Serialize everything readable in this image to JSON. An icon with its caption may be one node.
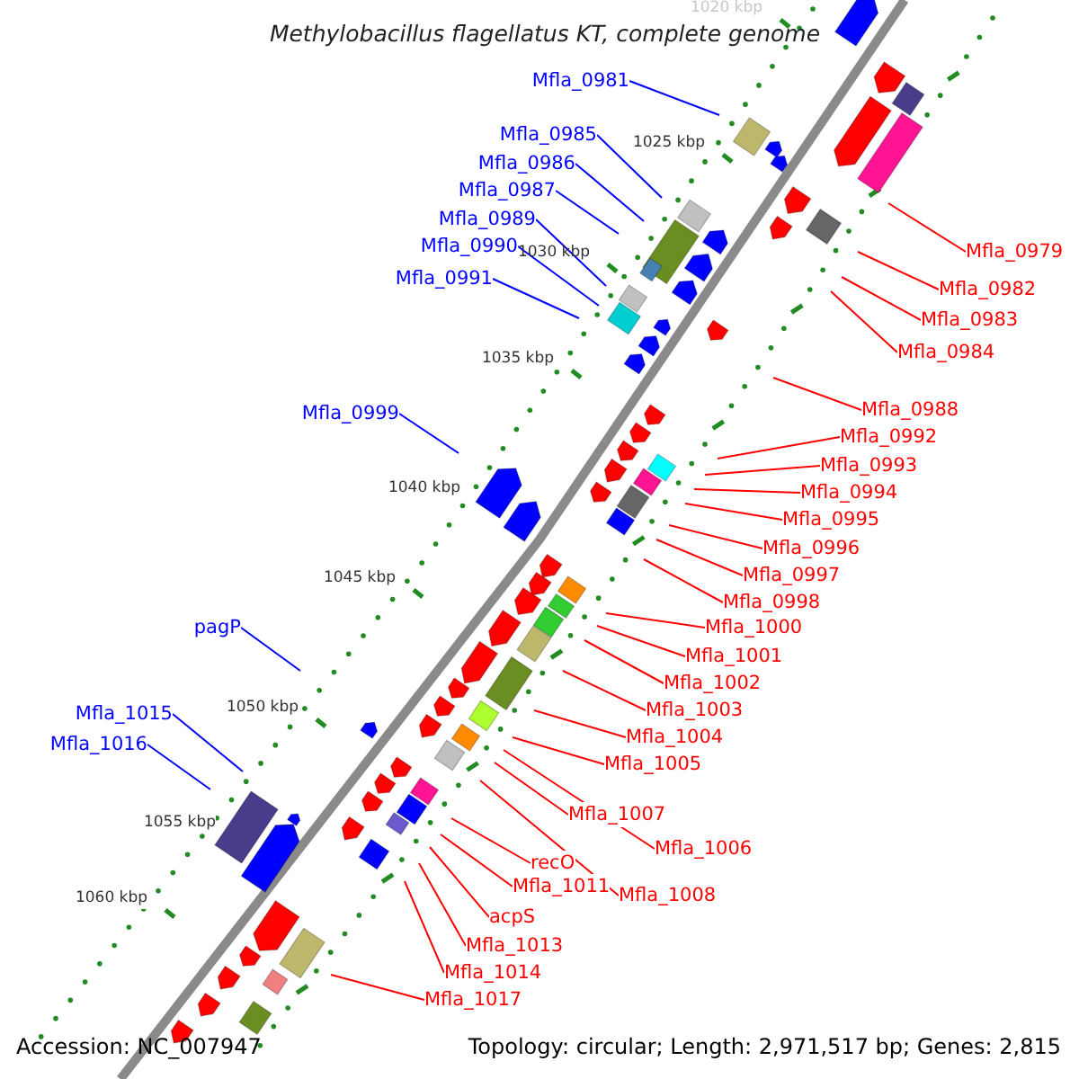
{
  "diagram": {
    "title": "Methylobacillus flagellatus KT, complete genome",
    "nodes": [
      {
        "text": [
          "Mfla_0981"
        ]
      },
      {
        "text": [
          "Mfla_0985"
        ]
      },
      {
        "text": [
          "Mfla_0986"
        ]
      },
      {
        "text": [
          "Mfla_0987"
        ]
      },
      {
        "text": [
          "Mfla_0989"
        ]
      },
      {
        "text": [
          "Mfla_0990"
        ]
      },
      {
        "text": [
          "Mfla_0979"
        ]
      },
      {
        "text": [
          "Mfla_0991"
        ]
      },
      {
        "text": [
          "Mfla_0982"
        ]
      },
      {
        "text": [
          "Mfla_0983"
        ]
      },
      {
        "text": [
          "Mfla_0984"
        ]
      },
      {
        "text": [
          "Mfla_0988"
        ]
      },
      {
        "text": [
          "Mfla_0999"
        ]
      },
      {
        "text": [
          "Mfla_0992"
        ]
      },
      {
        "text": [
          "Mfla_0993"
        ]
      },
      {
        "text": [
          "Mfla_0994"
        ]
      },
      {
        "text": [
          "Mfla_0995"
        ]
      },
      {
        "text": [
          "Mfla_0996"
        ]
      },
      {
        "text": [
          "Mfla_0997"
        ]
      },
      {
        "text": [
          "Mfla_0998"
        ]
      },
      {
        "text": [
          "pagP"
        ]
      },
      {
        "text": [
          "Mfla_1000"
        ]
      },
      {
        "text": [
          "Mfla_1001"
        ]
      },
      {
        "text": [
          "Mfla_1002"
        ]
      },
      {
        "text": [
          "Mfla_1003"
        ]
      },
      {
        "text": [
          "Mfla_1015"
        ]
      },
      {
        "text": [
          "Mfla_1004"
        ]
      },
      {
        "text": [
          "Mfla_1016"
        ]
      },
      {
        "text": [
          "Mfla_1005"
        ]
      },
      {
        "text": [
          "Mfla_1007"
        ]
      },
      {
        "text": [
          "Mfla_1006"
        ]
      },
      {
        "text": [
          "recO"
        ]
      },
      {
        "text": [
          "Mfla_1011"
        ]
      },
      {
        "text": [
          "Mfla_1008"
        ]
      },
      {
        "text": [
          "acpS"
        ]
      },
      {
        "text": [
          "Mfla_1013"
        ]
      },
      {
        "text": [
          "Mfla_1014"
        ]
      },
      {
        "text": [
          "Mfla_1017"
        ]
      }
    ],
    "edges": [
      {
        "from": 0,
        "to": null,
        "arrow": "none",
        "color": "#0000ff"
      },
      {
        "from": 1,
        "to": null,
        "arrow": "none",
        "color": "#0000ff"
      },
      {
        "from": 2,
        "to": null,
        "arrow": "none",
        "color": "#0000ff"
      },
      {
        "from": 3,
        "to": null,
        "arrow": "none",
        "color": "#0000ff"
      },
      {
        "from": 4,
        "to": null,
        "arrow": "none",
        "color": "#0000ff"
      },
      {
        "from": 5,
        "to": null,
        "arrow": "none",
        "color": "#0000ff"
      },
      {
        "from": 6,
        "to": null,
        "arrow": "none"
      },
      {
        "from": 7,
        "to": null,
        "arrow": "none",
        "color": "#0000ff"
      },
      {
        "from": 8,
        "to": null,
        "arrow": "none"
      },
      {
        "from": 9,
        "to": null,
        "arrow": "none"
      },
      {
        "from": 10,
        "to": null,
        "arrow": "none"
      },
      {
        "from": 11,
        "to": null,
        "arrow": "none"
      },
      {
        "from": 12,
        "to": null,
        "arrow": "none",
        "color": "#0000ff"
      },
      {
        "from": 13,
        "to": null,
        "arrow": "none"
      },
      {
        "from": 14,
        "to": null,
        "arrow": "none"
      },
      {
        "from": 15,
        "to": null,
        "arrow": "none"
      },
      {
        "from": 16,
        "to": null,
        "arrow": "none"
      },
      {
        "from": 17,
        "to": null,
        "arrow": "none"
      },
      {
        "from": 18,
        "to": null,
        "arrow": "none"
      },
      {
        "from": 19,
        "to": null,
        "arrow": "none"
      },
      {
        "from": 20,
        "to": null,
        "arrow": "none",
        "color": "#0000ff"
      },
      {
        "from": 21,
        "to": null,
        "arrow": "none"
      },
      {
        "from": 22,
        "to": null,
        "arrow": "none"
      },
      {
        "from": 23,
        "to": null,
        "arrow": "none"
      },
      {
        "from": 24,
        "to": null,
        "arrow": "none"
      },
      {
        "from": 25,
        "to": null,
        "arrow": "none",
        "color": "#0000ff"
      },
      {
        "from": 26,
        "to": null,
        "arrow": "none"
      },
      {
        "from": 27,
        "to": null,
        "arrow": "none",
        "color": "#0000ff"
      },
      {
        "from": 28,
        "to": null,
        "arrow": "none"
      },
      {
        "from": 29,
        "to": null,
        "arrow": "none"
      },
      {
        "from": 30,
        "to": null,
        "arrow": "none"
      },
      {
        "from": 31,
        "to": null,
        "arrow": "none"
      },
      {
        "from": 32,
        "to": null,
        "arrow": "none"
      },
      {
        "from": 33,
        "to": null,
        "arrow": "none"
      },
      {
        "from": 34,
        "to": null,
        "arrow": "none"
      },
      {
        "from": 35,
        "to": null,
        "arrow": "none"
      },
      {
        "from": 36,
        "to": null,
        "arrow": "none"
      },
      {
        "from": 37,
        "to": null,
        "arrow": "none"
      }
    ],
    "labels": [
      "1020 kbp",
      "1025 kbp",
      "1030 kbp",
      "1035 kbp",
      "1040 kbp",
      "1045 kbp",
      "1050 kbp",
      "1055 kbp",
      "1060 kbp",
      "Accession: NC_007947",
      "Topology: circular; Length: 2,971,517 bp; Genes: 2,815"
    ]
  }
}
